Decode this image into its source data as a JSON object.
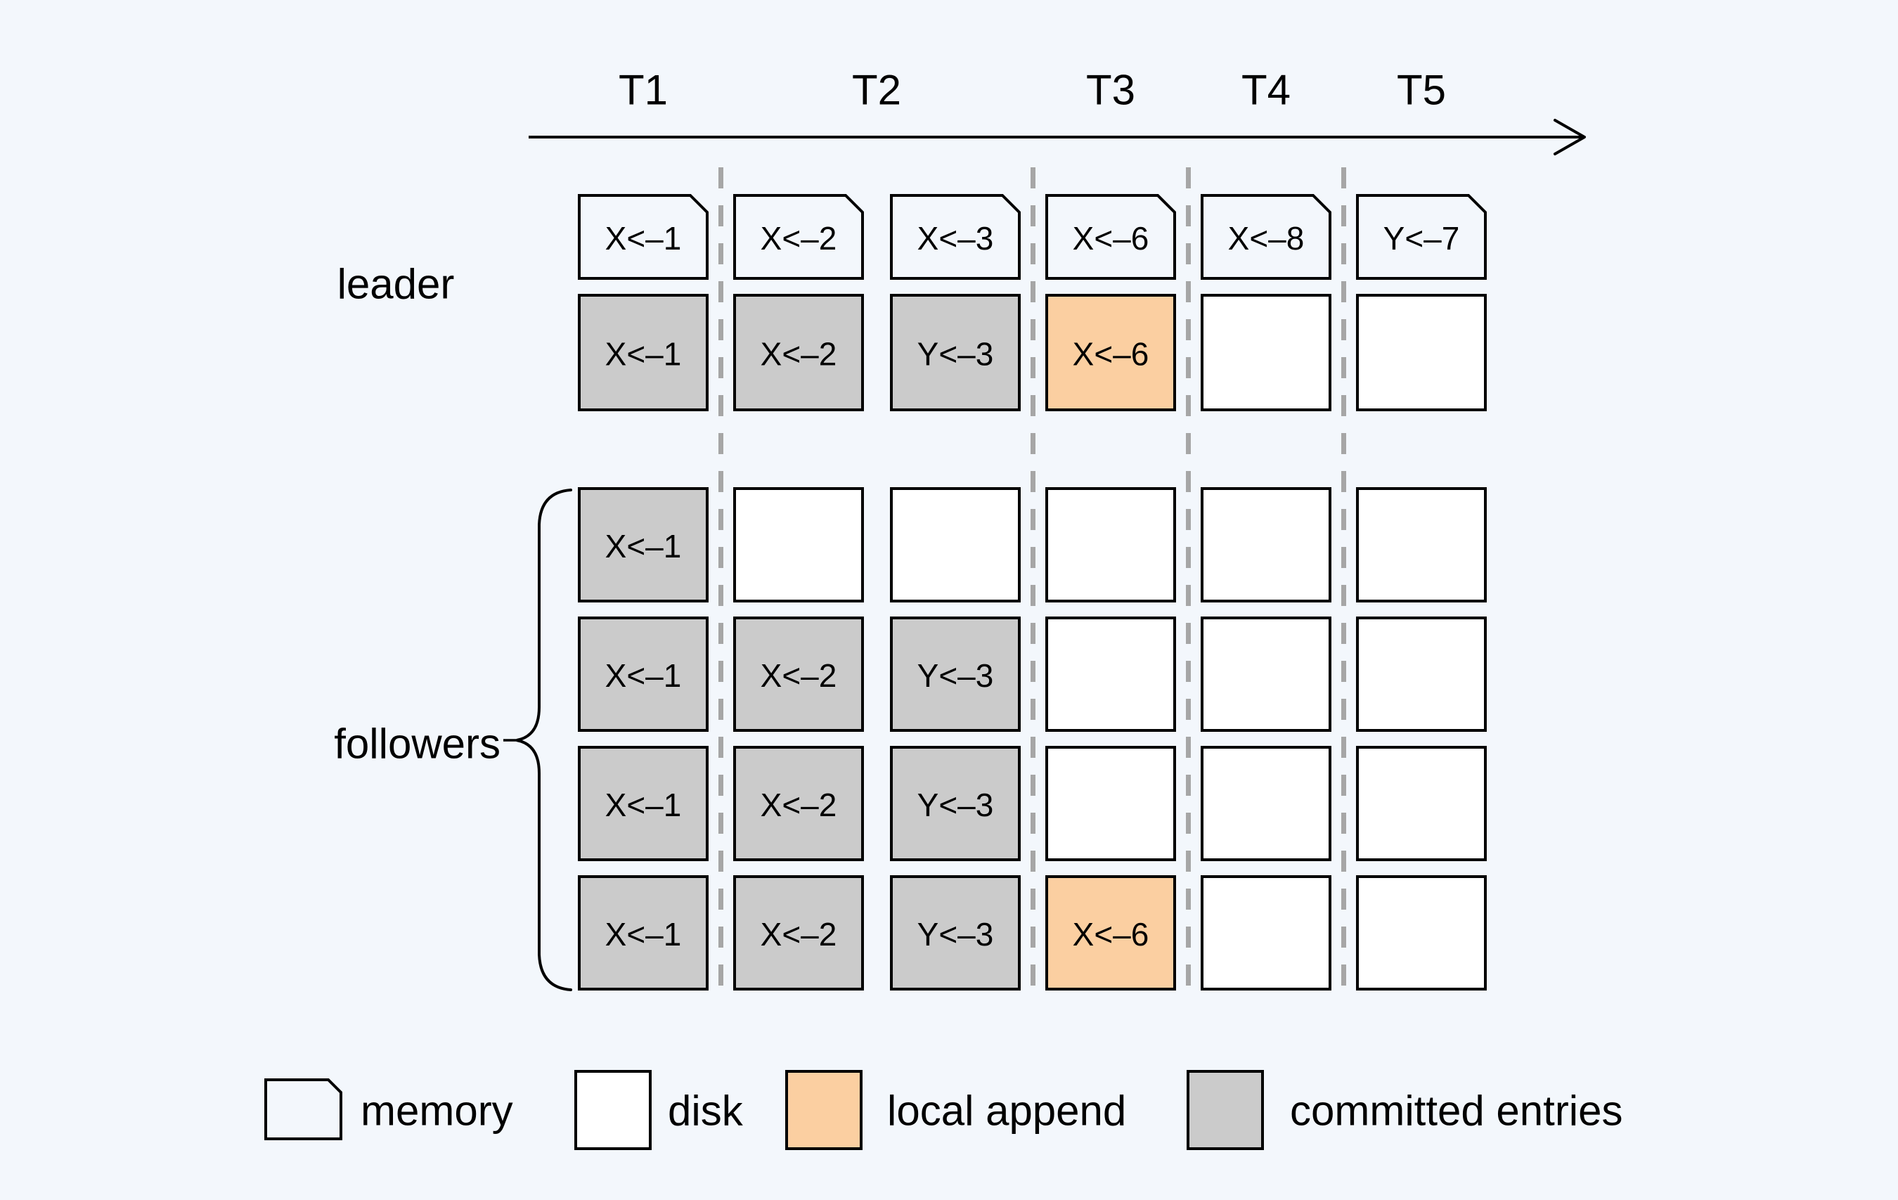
{
  "title": "raft log replication timeline diagram",
  "timeline": {
    "labels": [
      "T1",
      "T2",
      "T3",
      "T4",
      "T5"
    ]
  },
  "leader": {
    "label": "leader",
    "memory_row": [
      "X<–1",
      "X<–2",
      "X<–3",
      "X<–6",
      "X<–8",
      "Y<–7"
    ],
    "log_row": [
      {
        "text": "X<–1",
        "state": "committed"
      },
      {
        "text": "X<–2",
        "state": "committed"
      },
      {
        "text": "Y<–3",
        "state": "committed"
      },
      {
        "text": "X<–6",
        "state": "local-append"
      },
      {
        "text": "",
        "state": "disk"
      },
      {
        "text": "",
        "state": "disk"
      }
    ]
  },
  "followers": {
    "label": "followers",
    "rows": [
      [
        {
          "text": "X<–1",
          "state": "committed"
        },
        {
          "text": "",
          "state": "disk"
        },
        {
          "text": "",
          "state": "disk"
        },
        {
          "text": "",
          "state": "disk"
        },
        {
          "text": "",
          "state": "disk"
        },
        {
          "text": "",
          "state": "disk"
        }
      ],
      [
        {
          "text": "X<–1",
          "state": "committed"
        },
        {
          "text": "X<–2",
          "state": "committed"
        },
        {
          "text": "Y<–3",
          "state": "committed"
        },
        {
          "text": "",
          "state": "disk"
        },
        {
          "text": "",
          "state": "disk"
        },
        {
          "text": "",
          "state": "disk"
        }
      ],
      [
        {
          "text": "X<–1",
          "state": "committed"
        },
        {
          "text": "X<–2",
          "state": "committed"
        },
        {
          "text": "Y<–3",
          "state": "committed"
        },
        {
          "text": "",
          "state": "disk"
        },
        {
          "text": "",
          "state": "disk"
        },
        {
          "text": "",
          "state": "disk"
        }
      ],
      [
        {
          "text": "X<–1",
          "state": "committed"
        },
        {
          "text": "X<–2",
          "state": "committed"
        },
        {
          "text": "Y<–3",
          "state": "committed"
        },
        {
          "text": "X<–6",
          "state": "local-append"
        },
        {
          "text": "",
          "state": "disk"
        },
        {
          "text": "",
          "state": "disk"
        }
      ]
    ]
  },
  "legend": {
    "items": [
      {
        "label": "memory",
        "type": "memory"
      },
      {
        "label": "disk",
        "type": "disk"
      },
      {
        "label": "local append",
        "type": "local-append"
      },
      {
        "label": "committed entries",
        "type": "committed"
      }
    ]
  },
  "colors": {
    "background": "#f3f7fc",
    "line": "#000000",
    "dash": "#a6a6a6",
    "memory_fill": "#f3f7fc",
    "disk_fill": "#ffffff",
    "local_append_fill": "#fbcfa1",
    "committed_fill": "#cbcbcb",
    "text": "#000000"
  }
}
